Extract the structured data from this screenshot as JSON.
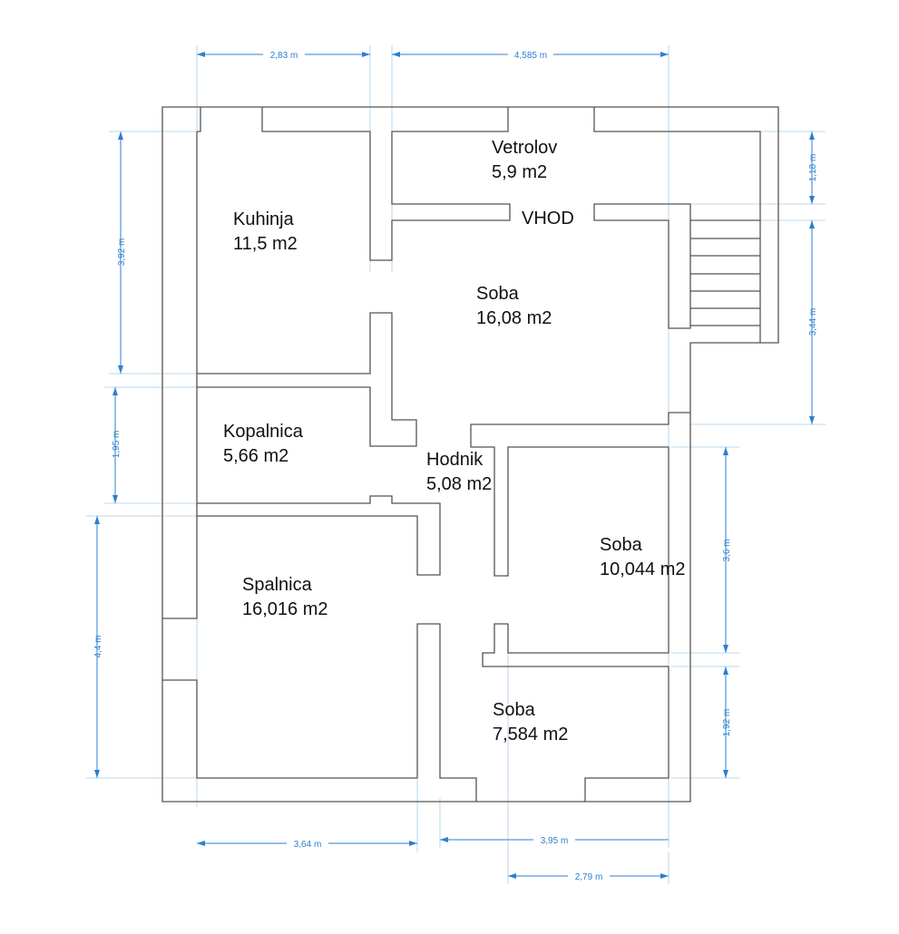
{
  "colors": {
    "walls": "#555555",
    "dimensions": "#2a7fd0"
  },
  "rooms": [
    {
      "name": "Kuhinja",
      "area": "11,5 m2"
    },
    {
      "name": "Vetrolov",
      "area": "5,9 m2"
    },
    {
      "name": "Soba",
      "area": "16,08 m2"
    },
    {
      "name": "Kopalnica",
      "area": "5,66 m2"
    },
    {
      "name": "Hodnik",
      "area": "5,08 m2"
    },
    {
      "name": "Spalnica",
      "area": "16,016 m2"
    },
    {
      "name": "Soba",
      "area": "10,044 m2"
    },
    {
      "name": "Soba",
      "area": "7,584 m2"
    }
  ],
  "entrance_label": "VHOD",
  "dimensions": {
    "top": [
      "2,83 m",
      "4,585 m"
    ],
    "left": [
      "3,92 m",
      "1,95 m",
      "4,4 m"
    ],
    "right": [
      "1,18 m",
      "3,44 m",
      "3,6 m",
      "1,92 m"
    ],
    "bottom": [
      "3,64 m",
      "3,95 m",
      "2,79 m"
    ]
  }
}
